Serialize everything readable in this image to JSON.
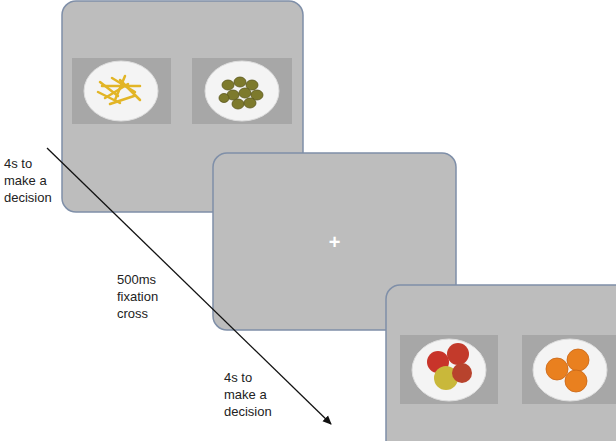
{
  "diagram": {
    "nodes": [
      {
        "text": [
          "+"
        ]
      }
    ],
    "labels": [
      "4s to make a decision",
      "500ms fixation cross",
      "4s to make a decision"
    ]
  }
}
